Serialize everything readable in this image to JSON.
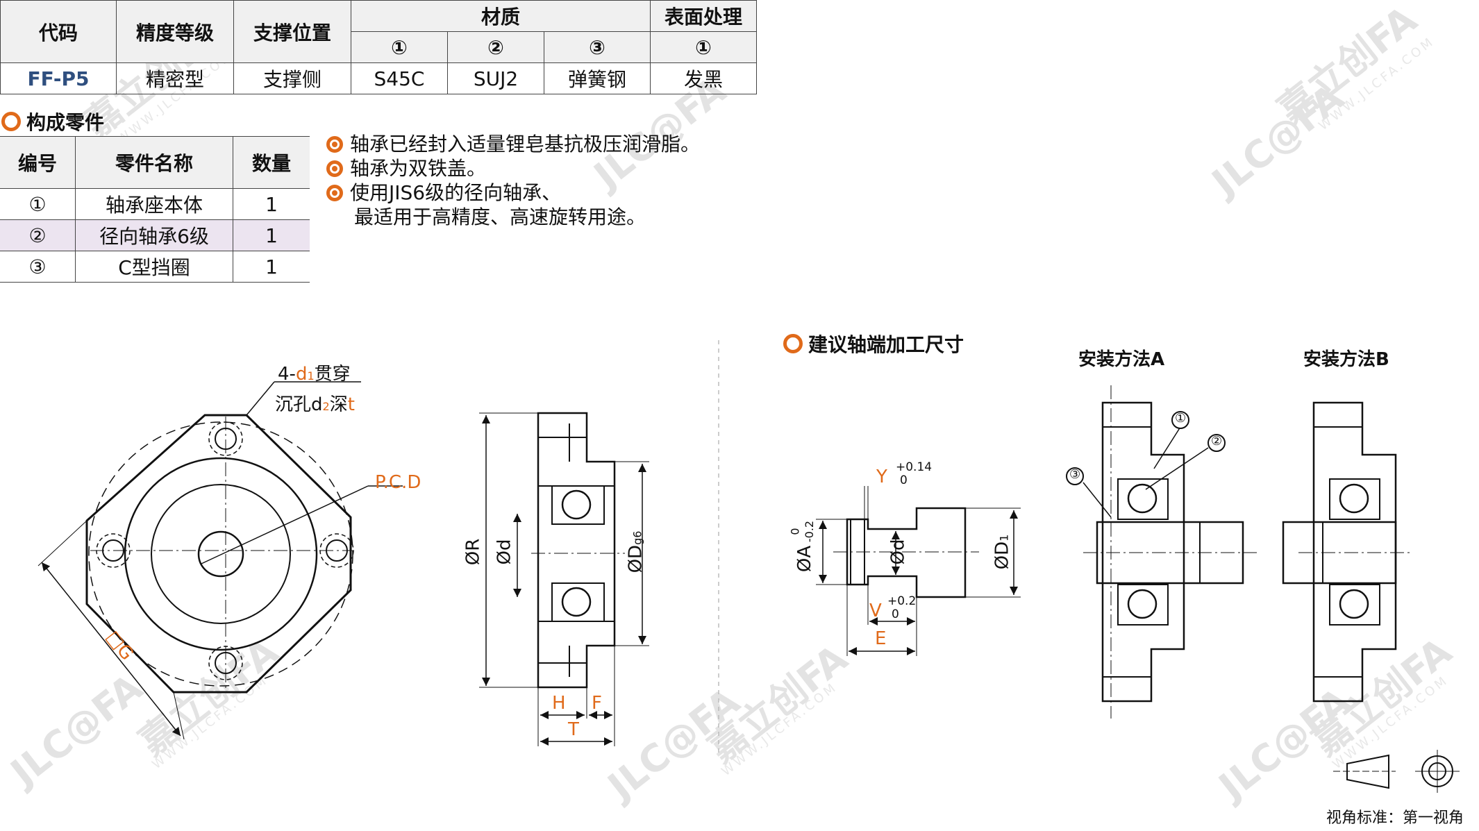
{
  "spec_table": {
    "headers": {
      "code": "代码",
      "precision": "精度等级",
      "support": "支撑位置",
      "material": "材质",
      "surface": "表面处理",
      "mat_sub": [
        "①",
        "②",
        "③"
      ],
      "surf_sub": "①"
    },
    "row": {
      "code": "FF-P5",
      "precision": "精密型",
      "support": "支撑侧",
      "mat1": "S45C",
      "mat2": "SUJ2",
      "mat3": "弹簧钢",
      "surface": "发黑"
    }
  },
  "parts_section": {
    "title": "构成零件",
    "headers": [
      "编号",
      "零件名称",
      "数量"
    ],
    "rows": [
      {
        "no": "①",
        "name": "轴承座本体",
        "qty": "1"
      },
      {
        "no": "②",
        "name": "径向轴承6级",
        "qty": "1"
      },
      {
        "no": "③",
        "name": "C型挡圈",
        "qty": "1"
      }
    ]
  },
  "notes": [
    "轴承已经封入适量锂皂基抗极压润滑脂。",
    "轴承为双铁盖。",
    "使用JIS6级的径向轴承、",
    "最适用于高精度、高速旋转用途。"
  ],
  "drawing_labels": {
    "holes_prefix": "4-",
    "holes_d1": "d",
    "holes_d1_sub": "1",
    "holes_suffix": "贯穿",
    "counterbore_prefix": "沉孔d",
    "counterbore_sub": "2",
    "counterbore_mid": "深",
    "counterbore_t": "t",
    "pcd": "P.C.D",
    "square_g": "□G",
    "dia_r": "ØR",
    "dia_d": "Ød",
    "dia_dg6": "ØD",
    "dia_dg6_sub": "g6",
    "h": "H",
    "f": "F",
    "t": "T"
  },
  "shaft_section": {
    "title": "建议轴端加工尺寸",
    "y": "Y",
    "y_tol_upper": "+0.14",
    "y_tol_lower": "0",
    "v": "V",
    "v_tol_upper": "+0.2",
    "v_tol_lower": "0",
    "e": "E",
    "dia_a": "ØA",
    "a_tol_upper": "0",
    "a_tol_lower": "-0.2",
    "dia_d": "Ød",
    "dia_d1": "ØD",
    "dia_d1_sub": "1"
  },
  "methods": {
    "a": "安装方法A",
    "b": "安装方法B",
    "callouts": [
      "①",
      "②",
      "③"
    ]
  },
  "projection": "视角标准：第一视角",
  "watermark": {
    "brand": "嘉立创FA",
    "logo": "JLC@FA",
    "url": "WWW.JLCFA.COM"
  },
  "colors": {
    "accent": "#e06a1a",
    "code": "#2f4f7f",
    "highlight": "#ece4f0"
  }
}
